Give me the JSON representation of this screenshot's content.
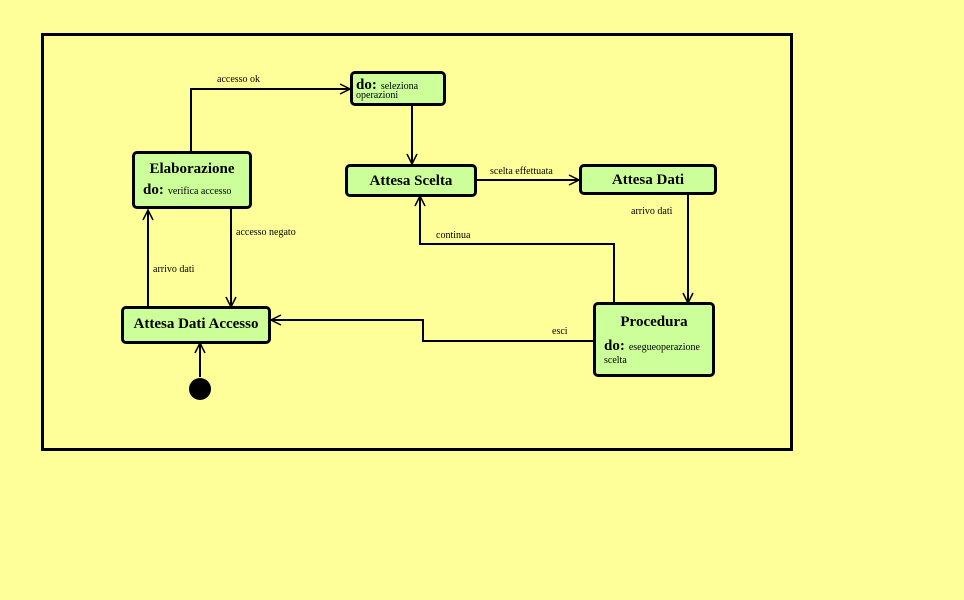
{
  "colors": {
    "background": "#ffff99",
    "state_fill": "#ccff99",
    "stroke": "#000000"
  },
  "states": {
    "seleziona": {
      "do_keyword": "do:",
      "activity_1": "seleziona",
      "activity_2": "operazioni"
    },
    "elaborazione": {
      "name": "Elaborazione",
      "do_keyword": "do:",
      "activity": "verifica accesso"
    },
    "attesa_scelta": {
      "name": "Attesa Scelta"
    },
    "attesa_dati": {
      "name": "Attesa Dati"
    },
    "attesa_dati_accesso": {
      "name": "Attesa Dati Accesso"
    },
    "procedura": {
      "name": "Procedura",
      "do_keyword": "do:",
      "activity_1": "esegueoperazione",
      "activity_2": "scelta"
    }
  },
  "transitions": {
    "accesso_ok": "accesso ok",
    "scelta_effettuata": "scelta effettuata",
    "accesso_negato": "accesso negato",
    "arrivo_dati_left": "arrivo dati",
    "arrivo_dati_right": "arrivo dati",
    "continua": "continua",
    "esci": "esci"
  }
}
